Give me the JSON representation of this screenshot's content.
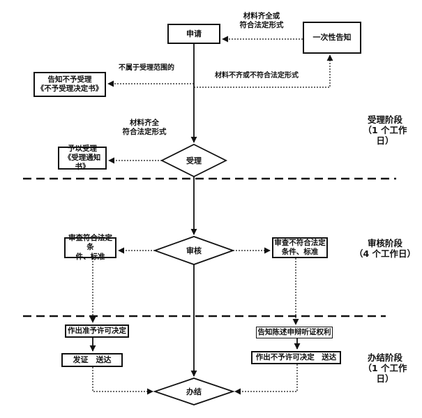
{
  "nodes": {
    "apply": {
      "label": "申请"
    },
    "one_time_notice": {
      "label": "一次性告知"
    },
    "reject_notice": {
      "label": "告知不予受理\n《不予受理决定书》"
    },
    "accept": {
      "label": "受理"
    },
    "accept_notice": {
      "label": "予以受理\n《受理通知书》"
    },
    "review": {
      "label": "审核"
    },
    "review_pass": {
      "label": "审查符合法定条\n件、标准"
    },
    "review_fail": {
      "label": "审查不符合法定\n条件、标准"
    },
    "grant_decision": {
      "label": "作出准予许可决定"
    },
    "issue_deliver": {
      "label": "发证　送达"
    },
    "inform_rights": {
      "label": "告知陈述申辩听证权利"
    },
    "deny_deliver": {
      "label": "作出不予许可决定　送达"
    },
    "complete": {
      "label": "办结"
    }
  },
  "edge_labels": {
    "materials_complete_top": "材料齐全或\n符合法定形式",
    "materials_incomplete": "材料不齐或不符合法定形式",
    "out_of_scope": "不属于受理范围的",
    "materials_complete_mid": "材料齐全\n符合法定形式"
  },
  "phases": [
    {
      "label": "受理阶段\n（1 个工作\n日）"
    },
    {
      "label": "审核阶段\n（4 个工作日）"
    },
    {
      "label": "办结阶段\n（1 个工作\n日）"
    }
  ],
  "colors": {
    "line": "#111111",
    "text": "#111111",
    "background": "#ffffff"
  }
}
